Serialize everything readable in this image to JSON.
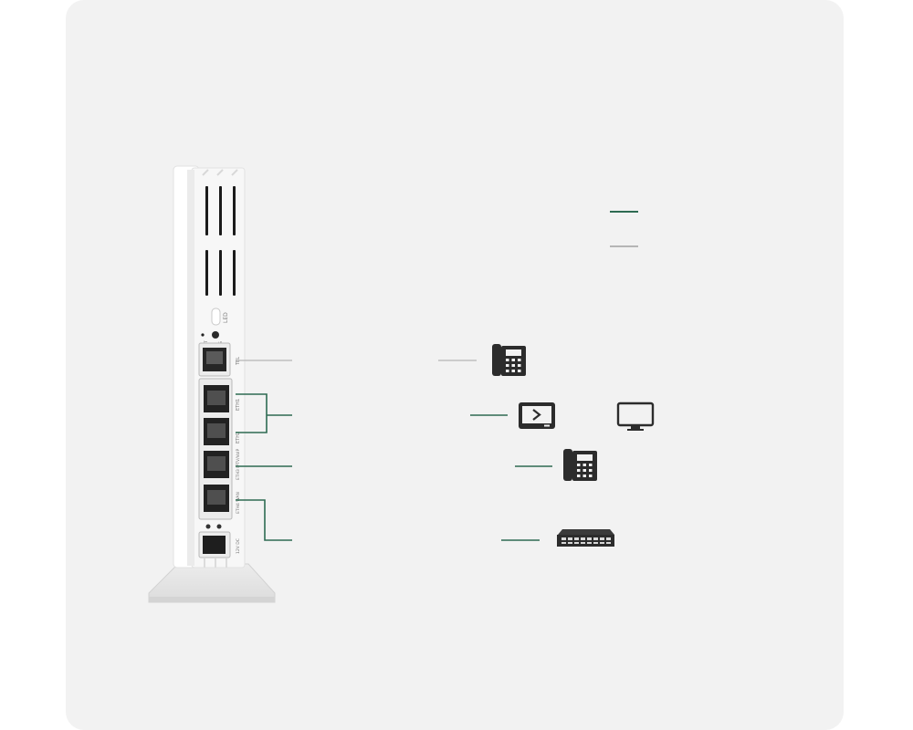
{
  "colors": {
    "background": "#f2f2f2",
    "accent_green": "#2e6b52",
    "connector_gray": "#b5b5b5",
    "icon_dark": "#2c2c2c",
    "device_white": "#f7f7f7"
  },
  "legend": [
    {
      "icon": "green-line-swatch",
      "label": ""
    },
    {
      "icon": "gray-line-swatch",
      "label": ""
    }
  ],
  "device": {
    "port_labels": {
      "led": "LED",
      "reset": "RST",
      "wps": "WPS",
      "tel": "TEL",
      "lan1": "ETH1",
      "lan2": "ETH2",
      "lan3": "ETH3 IPTV/VoIP",
      "wan": "ETH4 WAN",
      "power": "12V DC"
    }
  },
  "connections": [
    {
      "port": "tel",
      "line": "gray",
      "devices": [
        "telephone-icon"
      ]
    },
    {
      "port": "eth1-eth2",
      "line": "green",
      "devices": [
        "set-top-box-icon",
        "tv-icon"
      ]
    },
    {
      "port": "eth3",
      "line": "green",
      "devices": [
        "ip-phone-icon"
      ]
    },
    {
      "port": "eth4",
      "line": "green",
      "devices": [
        "network-switch-icon"
      ]
    }
  ]
}
